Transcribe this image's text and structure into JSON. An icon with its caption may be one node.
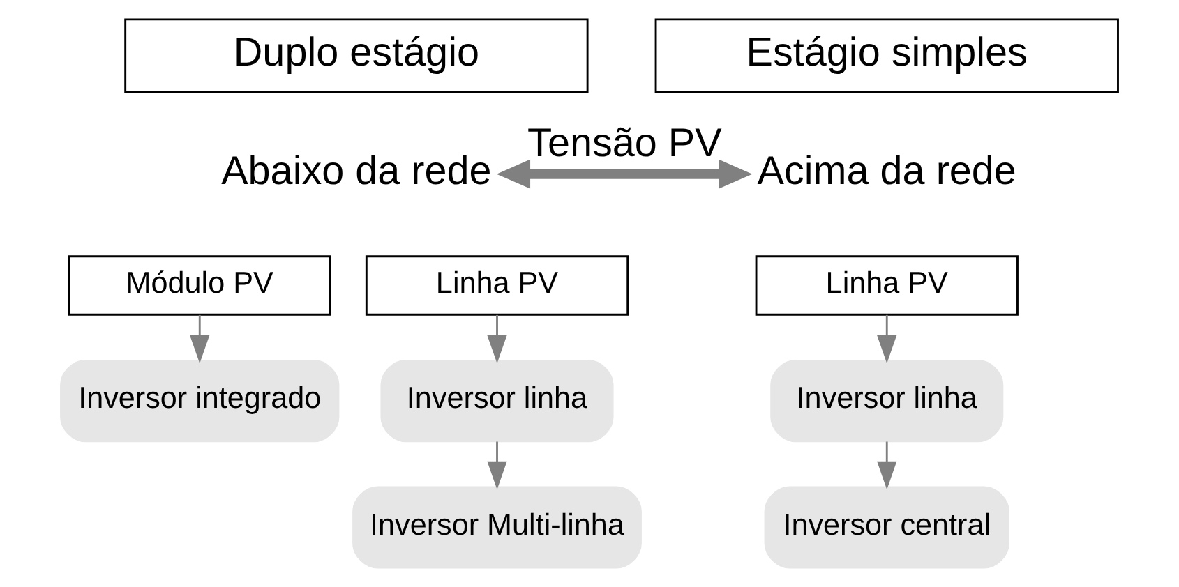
{
  "diagram": {
    "nodes": [
      {
        "text": [
          "Duplo estágio"
        ]
      },
      {
        "text": [
          "Estágio simples"
        ]
      },
      {
        "text": [
          "Abaixo da rede"
        ]
      },
      {
        "text": [
          "Acima da rede"
        ]
      },
      {
        "text": [
          "Módulo PV"
        ]
      },
      {
        "text": [
          "Linha PV"
        ]
      },
      {
        "text": [
          "Linha PV"
        ]
      },
      {
        "text": [
          "Inversor integrado"
        ]
      },
      {
        "text": [
          "Inversor linha"
        ]
      },
      {
        "text": [
          "Inversor Multi-linha"
        ]
      },
      {
        "text": [
          "Inversor linha"
        ]
      },
      {
        "text": [
          "Inversor central"
        ]
      }
    ],
    "edges": [
      {
        "from": 2,
        "to": 3,
        "arrow": "both",
        "label": "Tensão PV",
        "style": "thick"
      },
      {
        "from": 4,
        "to": 7,
        "arrow": "to"
      },
      {
        "from": 5,
        "to": 8,
        "arrow": "to"
      },
      {
        "from": 8,
        "to": 9,
        "arrow": "to"
      },
      {
        "from": 6,
        "to": 10,
        "arrow": "to"
      },
      {
        "from": 10,
        "to": 11,
        "arrow": "to"
      }
    ]
  }
}
